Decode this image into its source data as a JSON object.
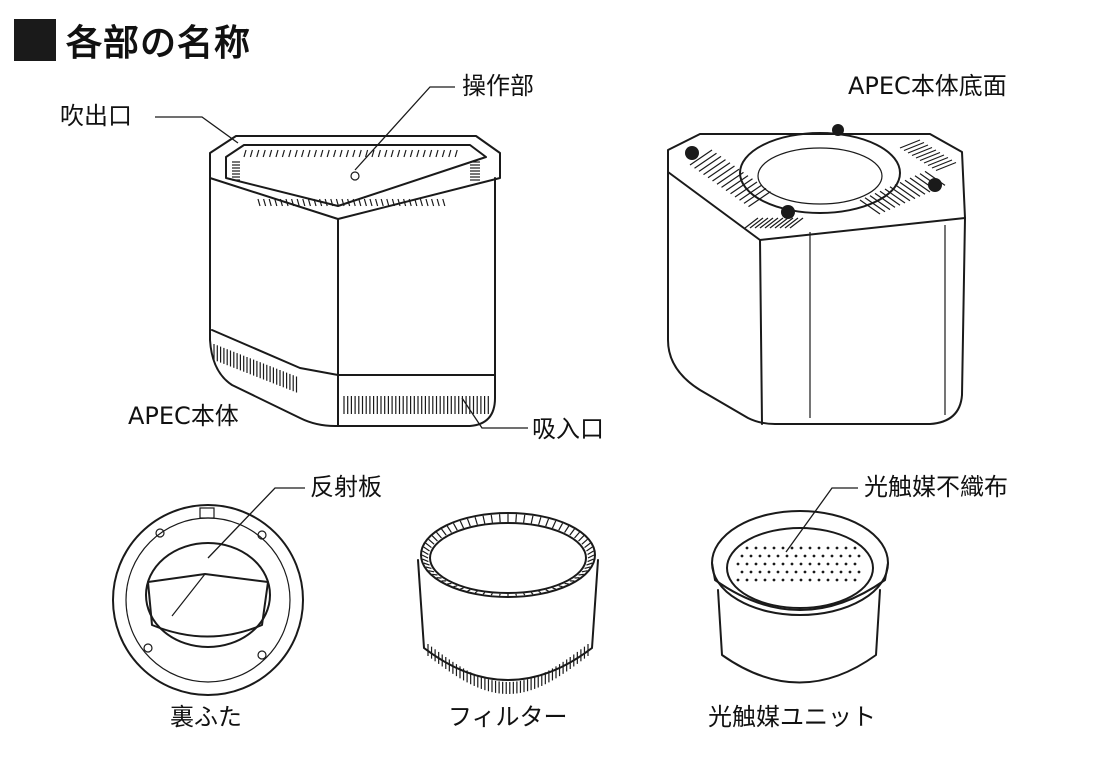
{
  "page": {
    "title": "各部の名称"
  },
  "labels": {
    "outlet": "吹出口",
    "control": "操作部",
    "bottom_view": "APEC本体底面",
    "body": "APEC本体",
    "inlet": "吸入口",
    "reflector": "反射板",
    "photocatalyst_cloth": "光触媒不織布",
    "back_cover": "裏ふた",
    "filter": "フィルター",
    "photocatalyst_unit": "光触媒ユニット"
  }
}
